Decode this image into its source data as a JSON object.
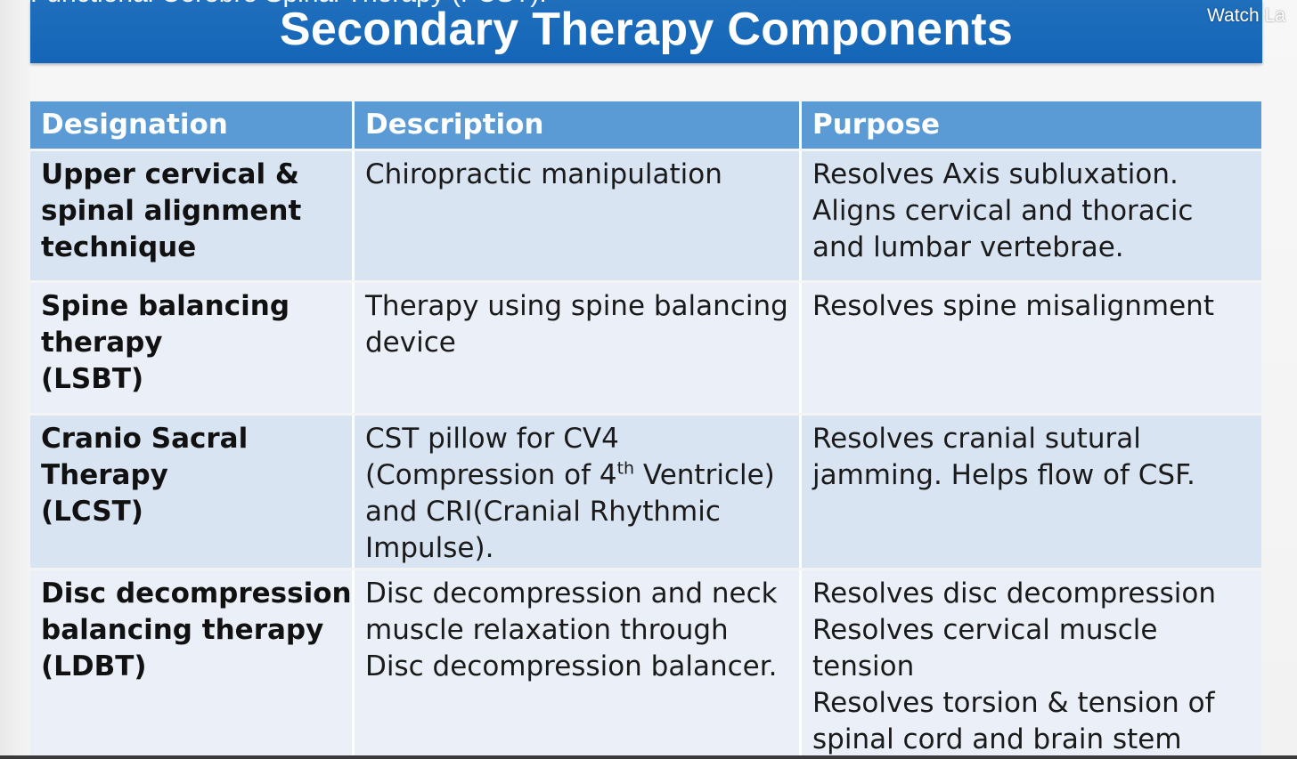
{
  "overlay": {
    "top_caption": "Functional Cerebro Spinal Therapy (FCST).",
    "watch_label": "Watch La"
  },
  "slide": {
    "title": "Secondary Therapy Components"
  },
  "table": {
    "headers": [
      "Designation",
      "Description",
      "Purpose"
    ],
    "rows": [
      {
        "designation": [
          "Upper cervical &",
          "spinal alignment",
          "technique"
        ],
        "description": [
          "Chiropractic manipulation"
        ],
        "purpose": [
          "Resolves Axis subluxation.",
          "Aligns cervical and thoracic",
          "and lumbar vertebrae."
        ]
      },
      {
        "designation": [
          "Spine balancing",
          "therapy",
          "(LSBT)"
        ],
        "description": [
          "Therapy using spine balancing",
          "device"
        ],
        "purpose": [
          "Resolves spine misalignment"
        ]
      },
      {
        "designation": [
          "Cranio Sacral",
          "Therapy",
          "(LCST)"
        ],
        "description": [
          "CST pillow for CV4",
          "(Compression of 4",
          "th",
          " Ventricle)",
          "and CRI(Cranial Rhythmic",
          "Impulse)."
        ],
        "purpose": [
          "Resolves cranial sutural",
          "jamming. Helps flow of CSF."
        ]
      },
      {
        "designation": [
          "Disc decompression",
          "balancing therapy",
          "(LDBT)"
        ],
        "description": [
          "Disc decompression and neck",
          "muscle relaxation through",
          "Disc decompression balancer."
        ],
        "purpose": [
          "Resolves disc decompression",
          "Resolves cervical muscle",
          "tension",
          "Resolves torsion & tension of",
          "spinal cord and brain stem"
        ]
      }
    ]
  },
  "colors": {
    "title_bar": "#1565b8",
    "header_row": "#5b9bd5",
    "row_dark": "#d9e4f3",
    "row_light": "#eaeff8"
  }
}
